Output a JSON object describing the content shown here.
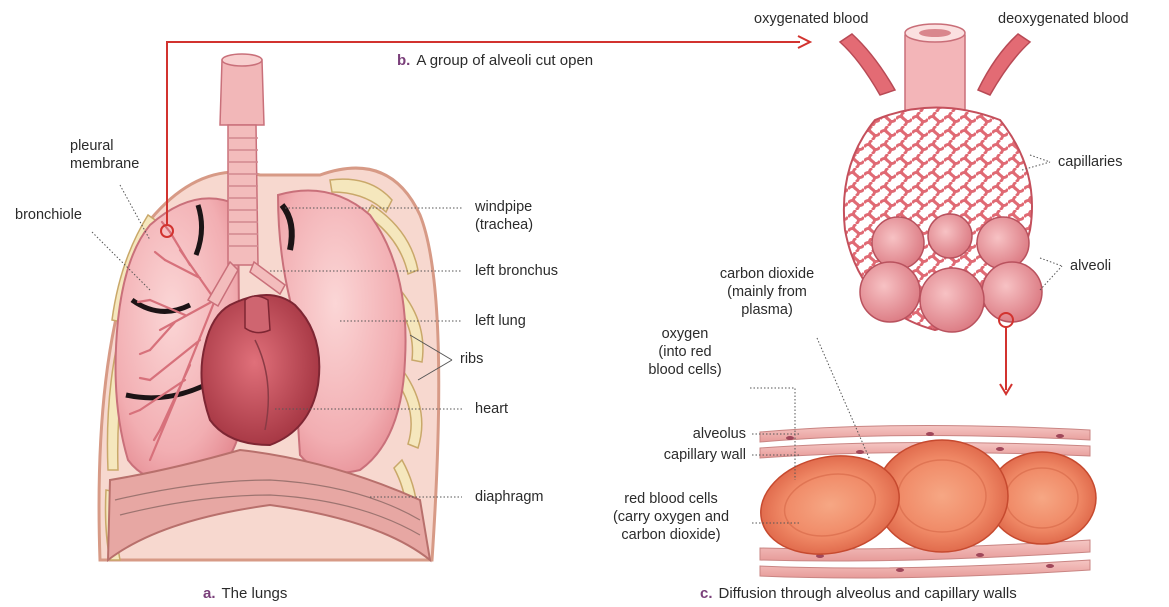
{
  "colors": {
    "lung": "#f3b2b6",
    "lung_dark": "#e3828a",
    "heart": "#c9525e",
    "rib": "#f4e6b8",
    "arrow": "#d2332f",
    "caption_letter": "#7a3f7a",
    "rbc": "#ef8a68"
  },
  "panel_a": {
    "caption_letter": "a.",
    "caption_text": "The lungs",
    "labels": {
      "pleural_membrane": "pleural\nmembrane",
      "bronchiole": "bronchiole",
      "windpipe": "windpipe\n(trachea)",
      "left_bronchus": "left bronchus",
      "left_lung": "left lung",
      "ribs": "ribs",
      "heart": "heart",
      "diaphragm": "diaphragm"
    }
  },
  "panel_b": {
    "caption_letter": "b.",
    "caption_text": "A group of alveoli cut open",
    "labels": {
      "oxygenated_blood": "oxygenated blood",
      "deoxygenated_blood": "deoxygenated blood",
      "capillaries": "capillaries",
      "alveoli": "alveoli"
    }
  },
  "panel_c": {
    "caption_letter": "c.",
    "caption_text": "Diffusion through alveolus and capillary walls",
    "labels": {
      "carbon_dioxide": "carbon dioxide\n(mainly from\nplasma)",
      "oxygen": "oxygen\n(into red\nblood cells)",
      "alveolus": "alveolus",
      "capillary_wall": "capillary wall",
      "red_blood_cells": "red blood cells\n(carry oxygen and\ncarbon dioxide)"
    }
  }
}
